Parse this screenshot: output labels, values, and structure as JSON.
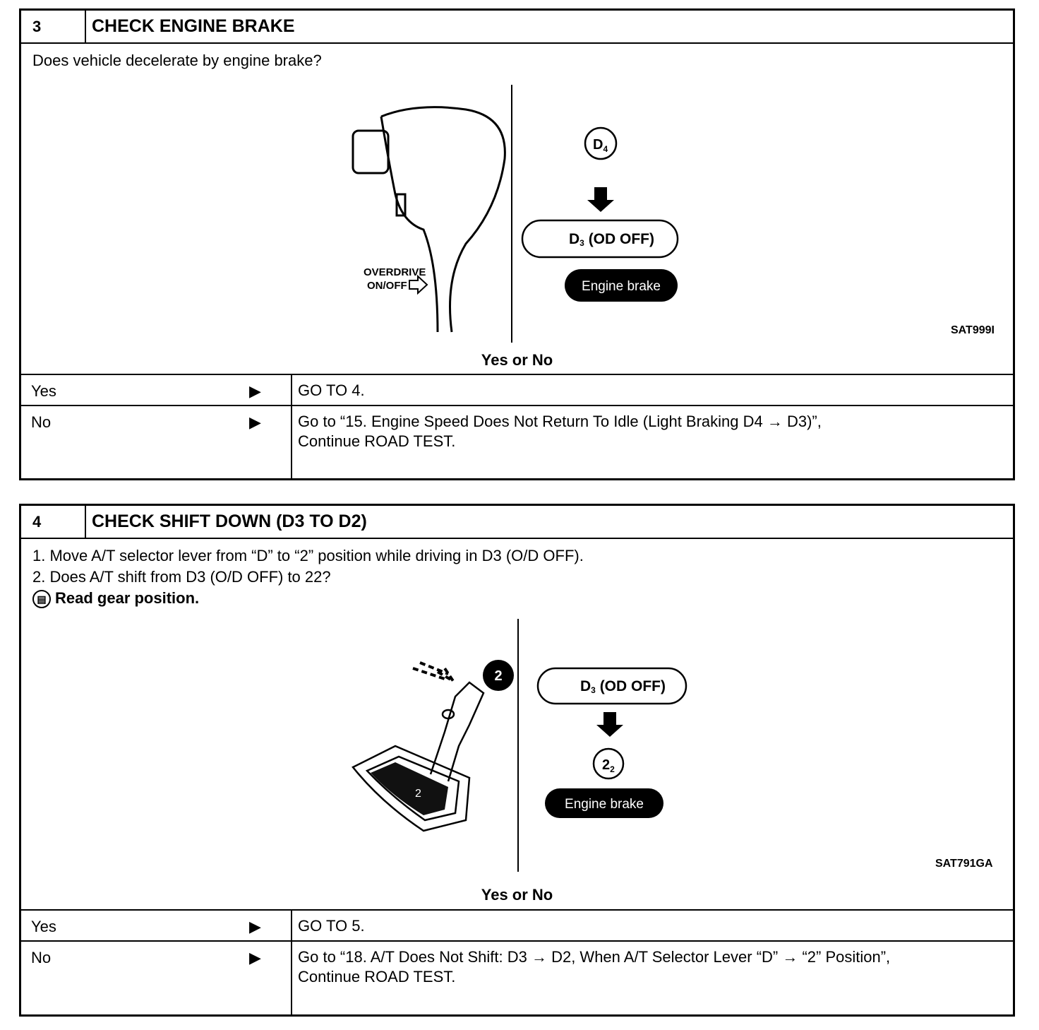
{
  "step3": {
    "number": "3",
    "title": "CHECK ENGINE BRAKE",
    "question": "Does vehicle decelerate by engine brake?",
    "figure": {
      "lever_label_1": "OVERDRIVE",
      "lever_label_2": "ON/OFF",
      "mode_top": "D4",
      "mode_box": "D3 (OD OFF)",
      "badge": "Engine brake",
      "code": "SAT999I"
    },
    "yes_or_no": "Yes or No",
    "yes_label": "Yes",
    "yes_result": "GO TO 4.",
    "no_label": "No",
    "no_result_line1": "Go to “15. Engine Speed Does Not Return To Idle (Light Braking D4 → D3)”,",
    "no_result_line2": "Continue ROAD TEST."
  },
  "step4": {
    "number": "4",
    "title": "CHECK SHIFT DOWN (D3 TO D2)",
    "item1": "1. Move A/T selector lever from “D” to “2” position while driving in D3 (O/D OFF).",
    "item2": "2. Does A/T shift from D3 (O/D OFF) to 22?",
    "item3": "Read gear position.",
    "figure": {
      "circle_num": "2",
      "gate_label": "2",
      "mode_box": "D3 (OD OFF)",
      "mode_bottom": "22",
      "badge": "Engine brake",
      "code": "SAT791GA"
    },
    "yes_or_no": "Yes or No",
    "yes_label": "Yes",
    "yes_result": "GO TO 5.",
    "no_label": "No",
    "no_result_line1": "Go to “18. A/T Does Not Shift: D3 → D2, When A/T Selector Lever “D” → “2” Position”,",
    "no_result_line2": "Continue ROAD TEST."
  },
  "arrow_glyph": "▶"
}
